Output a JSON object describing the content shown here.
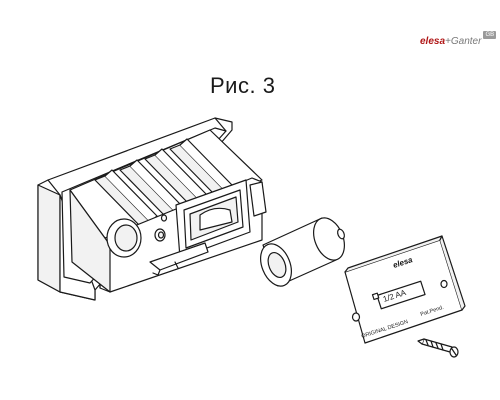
{
  "figure": {
    "title": "Рис. 3"
  },
  "logo": {
    "brand": "elesa",
    "partner": "+Ganter",
    "badge": "GB"
  },
  "labels": {
    "plate_brand": "elesa",
    "battery": "1/2 AA",
    "original_design": "ORIGINAL DESIGN",
    "patent": "Pat.Pend."
  },
  "colors": {
    "line": "#1a1a1a",
    "fill": "#ffffff",
    "shade": "#f2f2f2",
    "brand_red": "#b01717"
  }
}
